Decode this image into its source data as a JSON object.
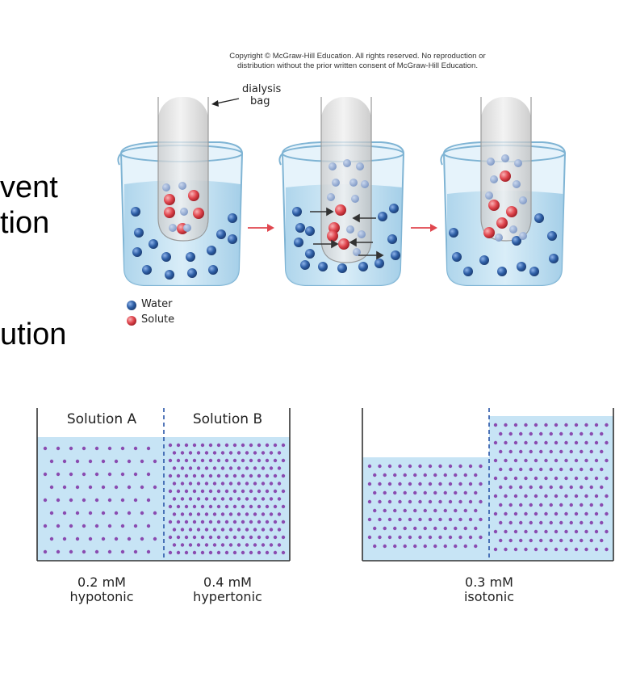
{
  "slide_text": {
    "line1": "vent",
    "line2": "tion",
    "line3": "ution"
  },
  "copyright": {
    "line1": "Copyright © McGraw-Hill Education. All rights reserved. No reproduction or",
    "line2": "distribution without the prior written consent of McGraw-Hill Education."
  },
  "dialysis_label": {
    "line1": "dialysis",
    "line2": "bag"
  },
  "legend": {
    "water": "Water",
    "solute": "Solute"
  },
  "colors": {
    "water": "#2e5fa6",
    "solute": "#e0464e",
    "liquid": "#c7e4f5",
    "particle": "#8a4bb0",
    "arrow": "#e0464e"
  },
  "compartments": {
    "left_panel": {
      "header_a": "Solution A",
      "header_b": "Solution B",
      "a_conc": "0.2 mM",
      "a_type": "hypotonic",
      "b_conc": "0.4 mM",
      "b_type": "hypertonic"
    },
    "right_panel": {
      "conc": "0.3 mM",
      "type": "isotonic"
    }
  }
}
